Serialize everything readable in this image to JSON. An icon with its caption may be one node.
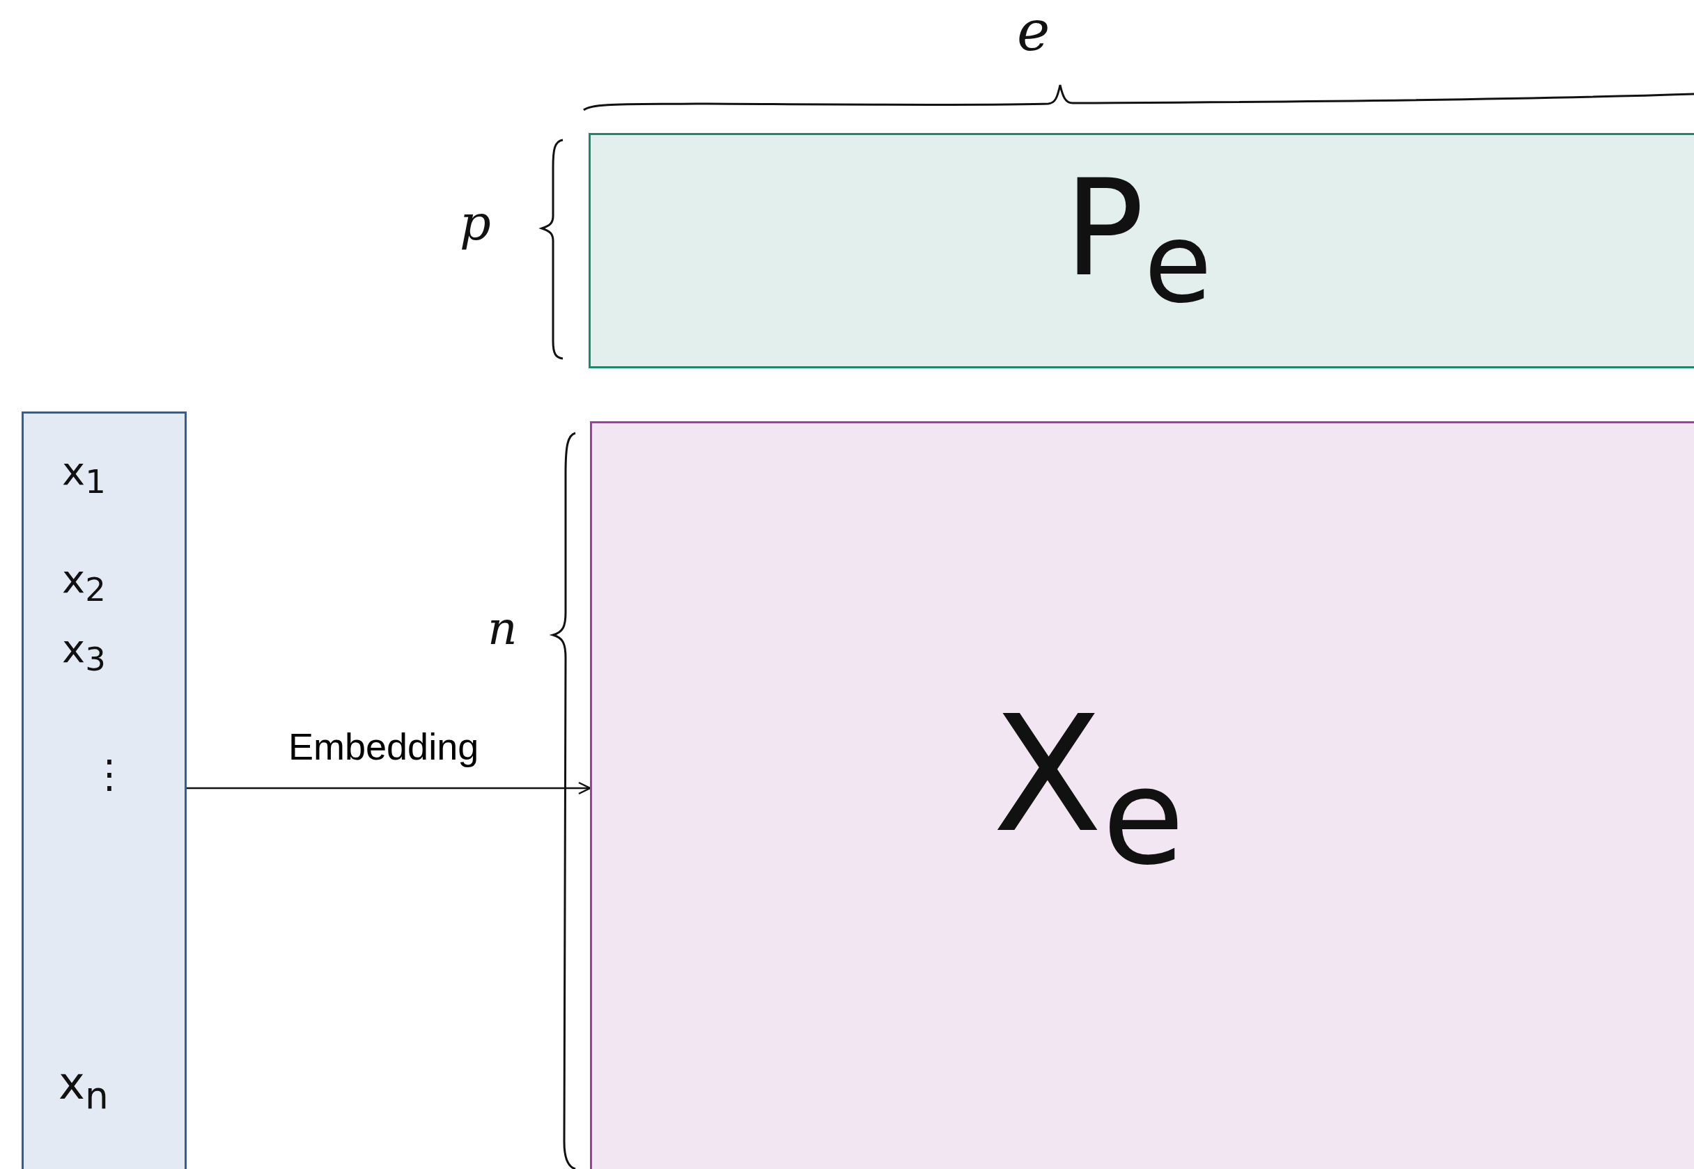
{
  "diagram": {
    "nodes": [
      {
        "text": [
          "P$_{e}$"
        ]
      },
      {
        "text": [
          "x$_{1}$",
          "x$_{2}$",
          "x$_{3}$",
          "⋮",
          "x$_{n}$"
        ]
      },
      {
        "text": [
          "X$_{e}$"
        ]
      }
    ],
    "edges": [
      {
        "from": 1,
        "to": 2,
        "arrow": "to",
        "label": "Embedding"
      }
    ],
    "labels": [
      "e",
      "p",
      "n"
    ]
  }
}
